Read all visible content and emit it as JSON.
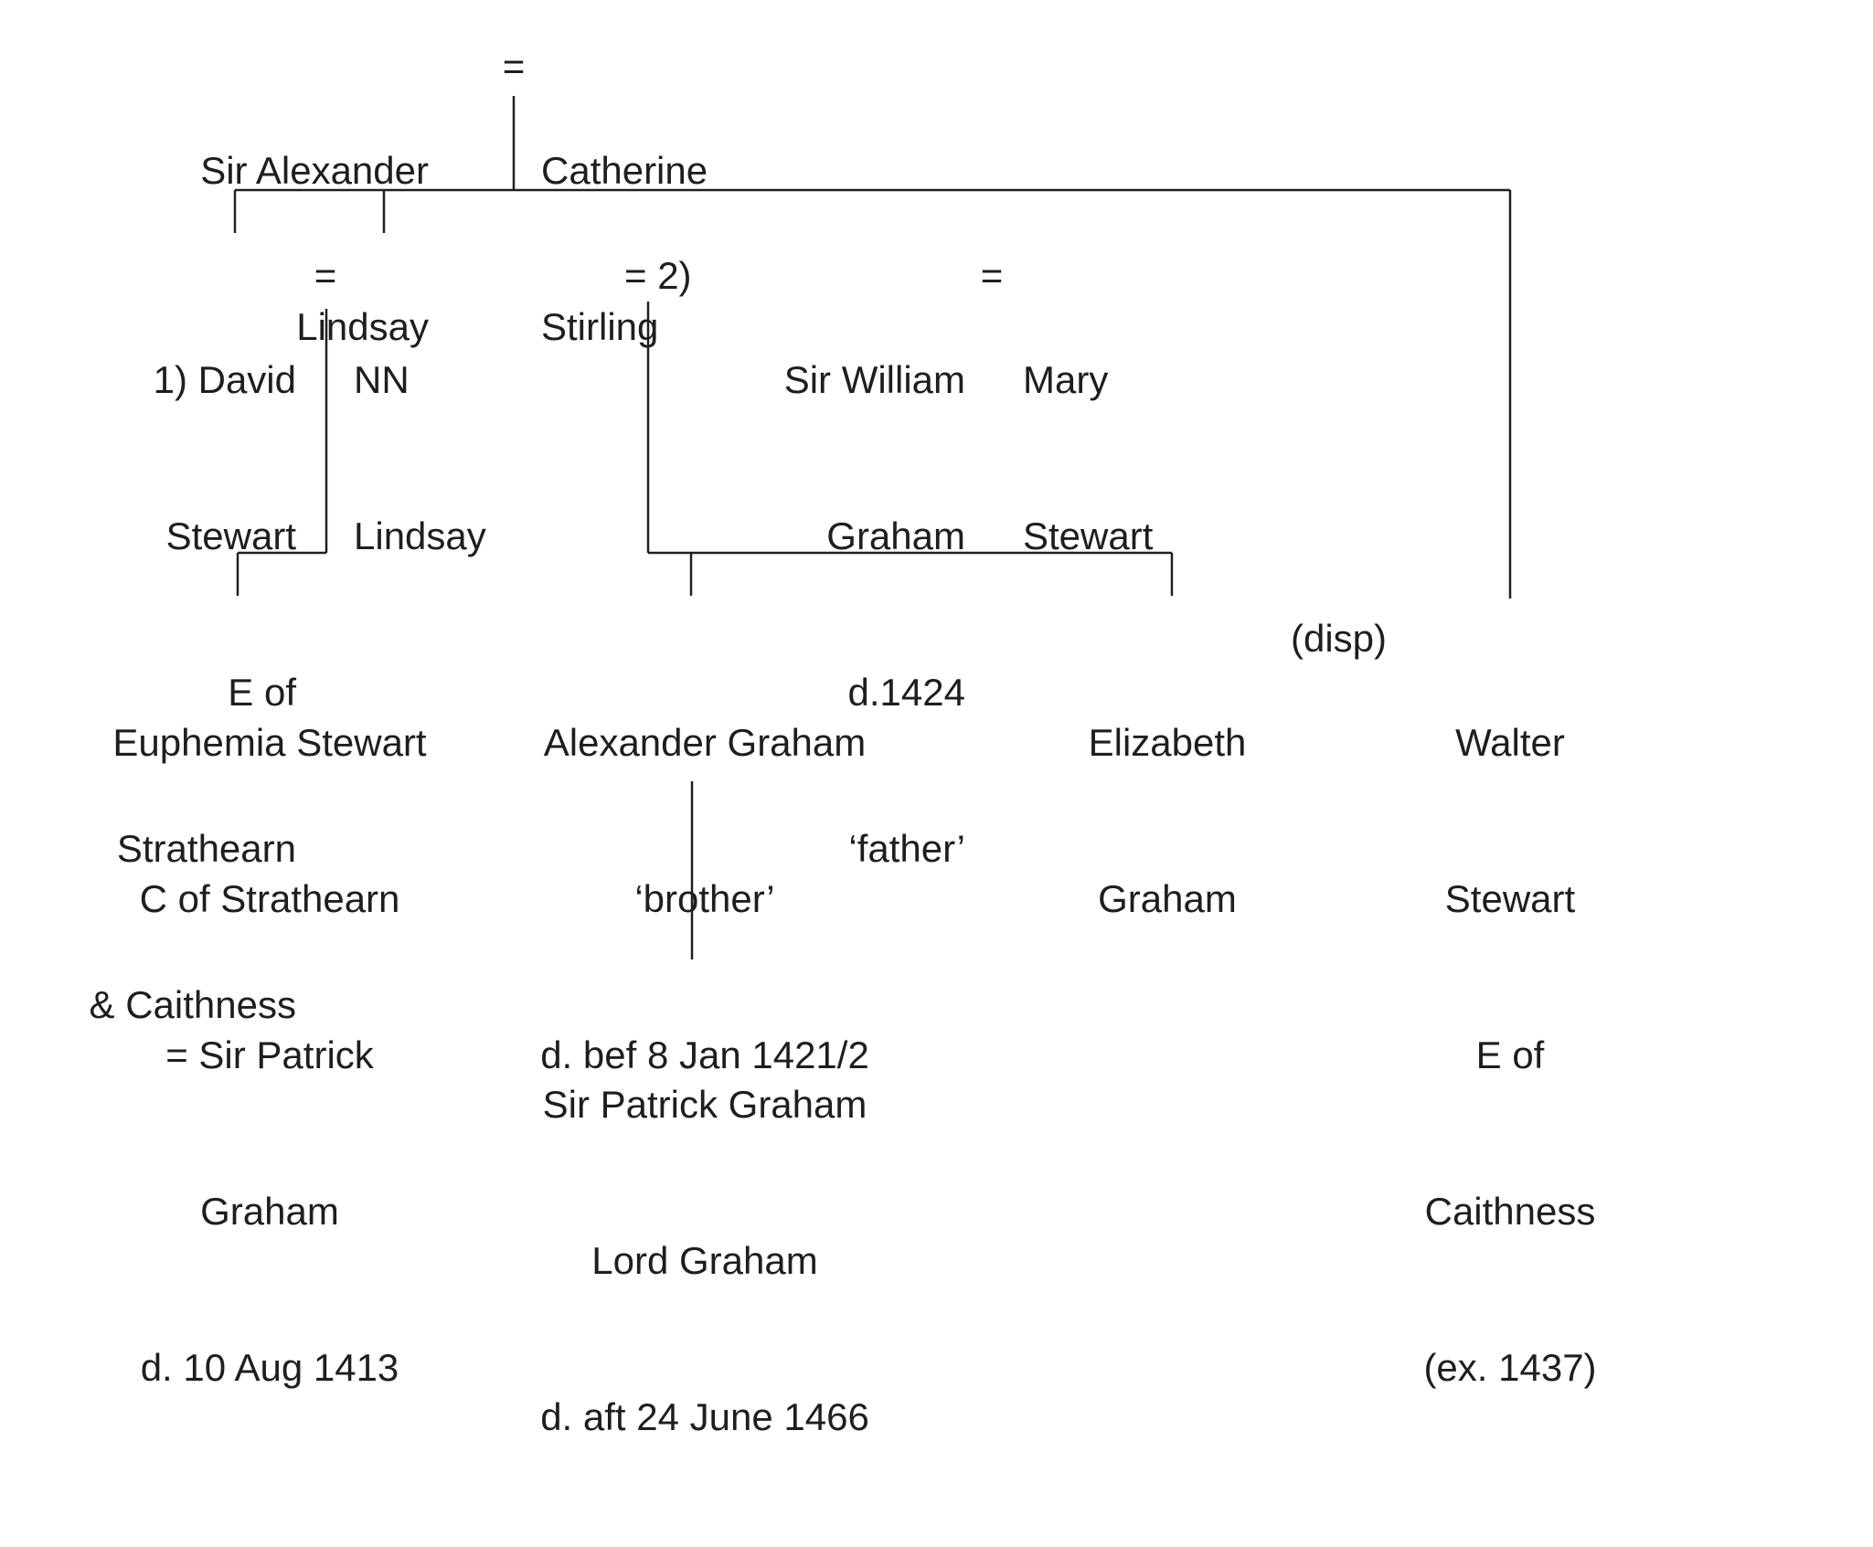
{
  "tree": {
    "alexander_lindsay": [
      "Sir Alexander",
      "Lindsay"
    ],
    "marriage_sign": "=",
    "catherine_stirling": [
      "Catherine",
      "Stirling"
    ],
    "david_stewart": [
      "1) David",
      "Stewart",
      "E of",
      "Strathearn",
      "& Caithness"
    ],
    "nn_lindsay": [
      "NN",
      "Lindsay"
    ],
    "second_marriage_marker": "= 2)",
    "william_graham": [
      "Sir William",
      "Graham",
      "d.1424",
      "‘father’"
    ],
    "mary_stewart": [
      "Mary",
      "Stewart"
    ],
    "euphemia_stewart": [
      "Euphemia Stewart",
      "C of Strathearn",
      "= Sir Patrick",
      "Graham",
      "d. 10 Aug 1413"
    ],
    "alexander_graham": [
      "Alexander Graham",
      "‘brother’",
      "d. bef 8 Jan 1421/2"
    ],
    "elizabeth_graham": [
      "Elizabeth",
      "Graham"
    ],
    "disp_note": "(disp)",
    "walter_stewart": [
      "Walter",
      "Stewart",
      "E of",
      "Caithness",
      "(ex. 1437)"
    ],
    "patrick_graham_lord": [
      "Sir Patrick Graham",
      "Lord Graham",
      "d. aft 24 June 1466"
    ]
  }
}
